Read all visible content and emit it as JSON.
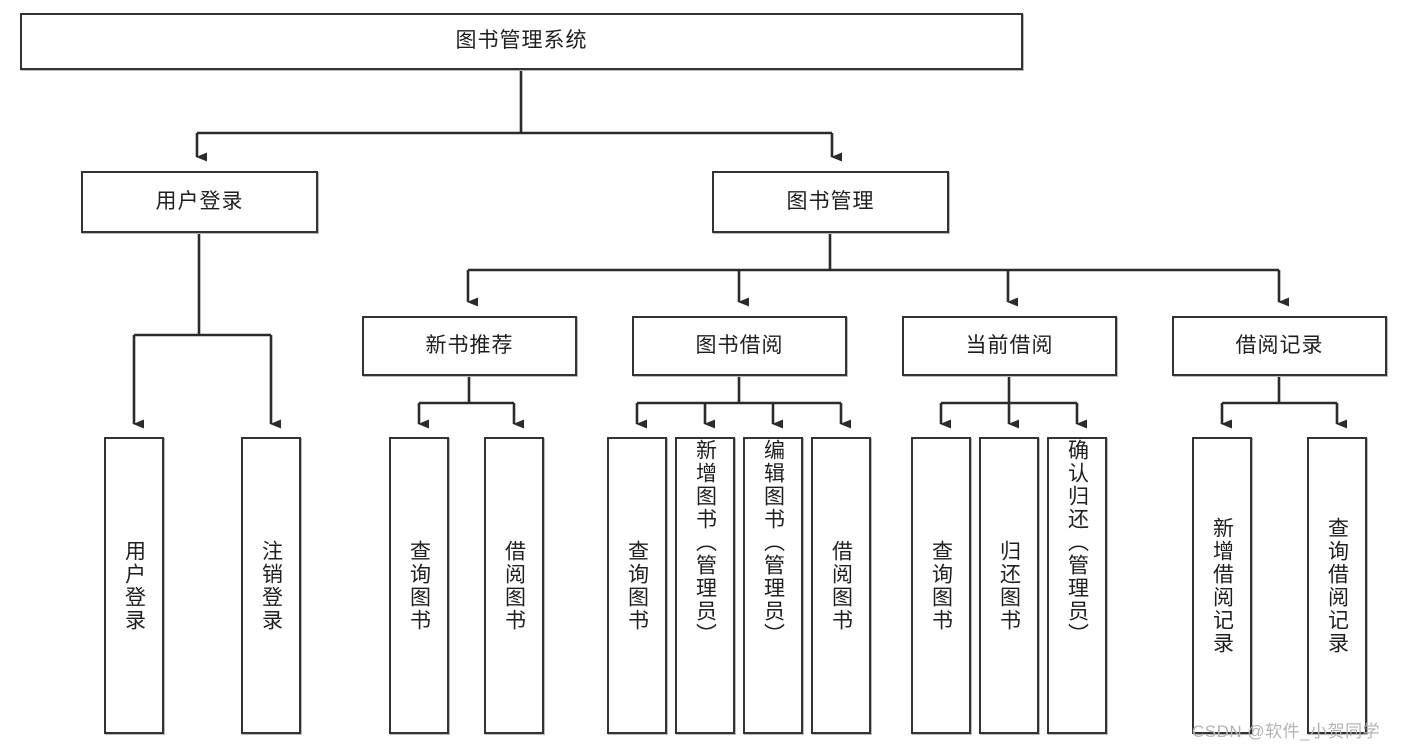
{
  "diagram": {
    "type": "tree-hierarchy",
    "title": "图书管理系统",
    "watermark": "CSDN @软件_小贺同学",
    "colors": {
      "border": "#333333",
      "background": "#ffffff",
      "text": "#1f1f1f",
      "connector": "#2b2b2b",
      "shadow": "#b9b9b9",
      "watermark": "#b4b4b4"
    },
    "levels": {
      "root": {
        "label": "图书管理系统"
      },
      "level2": [
        {
          "label": "用户登录"
        },
        {
          "label": "图书管理"
        }
      ],
      "level3": [
        {
          "label": "新书推荐"
        },
        {
          "label": "图书借阅"
        },
        {
          "label": "当前借阅"
        },
        {
          "label": "借阅记录"
        }
      ],
      "leaves": {
        "user_login": [
          {
            "label": "用户登录"
          },
          {
            "label": "注销登录"
          }
        ],
        "new_book": [
          {
            "label": "查询图书"
          },
          {
            "label": "借阅图书"
          }
        ],
        "book_borrow": [
          {
            "label": "查询图书"
          },
          {
            "label": "新增图书（管理员）"
          },
          {
            "label": "编辑图书（管理员）"
          },
          {
            "label": "借阅图书"
          }
        ],
        "current_borrow": [
          {
            "label": "查询图书"
          },
          {
            "label": "归还图书"
          },
          {
            "label": "确认归还（管理员）"
          }
        ],
        "borrow_record": [
          {
            "label": "新增借阅记录"
          },
          {
            "label": "查询借阅记录"
          }
        ]
      }
    }
  }
}
